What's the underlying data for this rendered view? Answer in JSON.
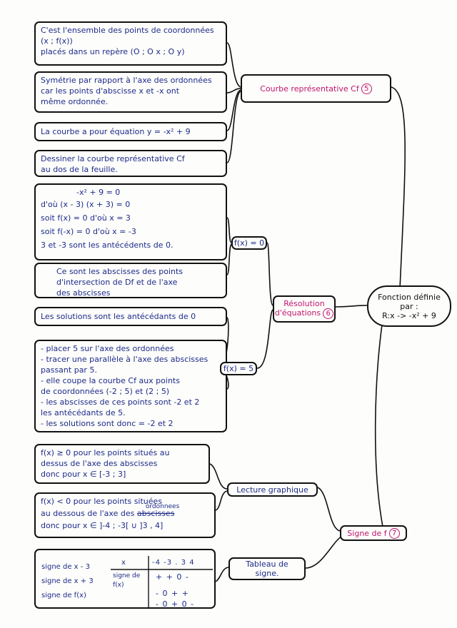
{
  "root": {
    "lines": [
      "Fonction définie",
      "par :",
      "R:x -> -x² + 9"
    ]
  },
  "curve": {
    "label": "Courbe représentative Cf",
    "num": "5",
    "boxes": [
      {
        "lines": [
          "C'est l'ensemble des points de coordonnées",
          "(x ; f(x))",
          "placés dans un repère (O ; O x ; O y)"
        ]
      },
      {
        "lines": [
          "Symétrie par rapport à l'axe des ordonnées",
          "car les points d'abscisse x et -x ont",
          "même ordonnée."
        ]
      },
      {
        "lines": [
          "La courbe a pour équation y = -x² + 9"
        ]
      },
      {
        "lines": [
          "Dessiner la courbe représentative Cf",
          "au dos de la feuille."
        ]
      }
    ]
  },
  "resolution": {
    "label_lines": [
      "Résolution",
      "d'équations"
    ],
    "num": "6",
    "f0": {
      "label": "f(x) = 0",
      "boxes": [
        {
          "lines": [
            "-x² + 9 = 0",
            "d'où (x - 3) (x + 3) = 0",
            "soit f(x) = 0 d'où x = 3",
            "soit f(-x) = 0 d'où x = -3",
            "3 et -3 sont les antécédents de 0."
          ]
        },
        {
          "lines": [
            "Ce sont les abscisses des points",
            "d'intersection de Df et de l'axe",
            "des abscisses"
          ]
        }
      ]
    },
    "f5": {
      "label": "f(x) = 5",
      "boxes": [
        {
          "lines": [
            "Les solutions sont les antécédants de 0"
          ]
        },
        {
          "lines": [
            "- placer 5 sur l'axe des ordonnées",
            "- tracer une parallèle à l'axe des abscisses",
            "passant par 5.",
            "- elle coupe la courbe Cf aux points",
            "de coordonnées (-2 ; 5) et (2 ; 5)",
            "- les abscisses de ces points sont -2 et 2",
            "les antécédants de 5.",
            "- les solutions sont donc = -2 et 2"
          ]
        }
      ]
    }
  },
  "sign": {
    "label": "Signe de f",
    "num": "7",
    "lecture": {
      "label": "Lecture graphique",
      "box1": [
        "f(x) ≥ 0 pour les points situés au",
        "dessus de l'axe des abscisses",
        "donc pour x ∈ [-3 ; 3]"
      ],
      "box2": {
        "line1": "f(x) < 0 pour les points situées",
        "line2_prefix": "au dessous de l'axe des",
        "line2_struck": "abscisses",
        "line2_correction": "ordonnees",
        "line3": "donc pour x ∈ ]-4 ; -3[ ∪ ]3 , 4]"
      }
    },
    "tableau": {
      "label_lines": [
        "Tableau de",
        "signe."
      ],
      "left_labels": [
        "signe de x - 3",
        "signe de x + 3",
        "signe de f(x)"
      ],
      "header_x": "x",
      "header_values": "-4 -3 . 3 4",
      "col_label_lines": [
        "signe de",
        "f(x)"
      ],
      "rows": [
        "+ + 0 -",
        "- 0 + +",
        "- 0 + 0 -"
      ]
    }
  }
}
